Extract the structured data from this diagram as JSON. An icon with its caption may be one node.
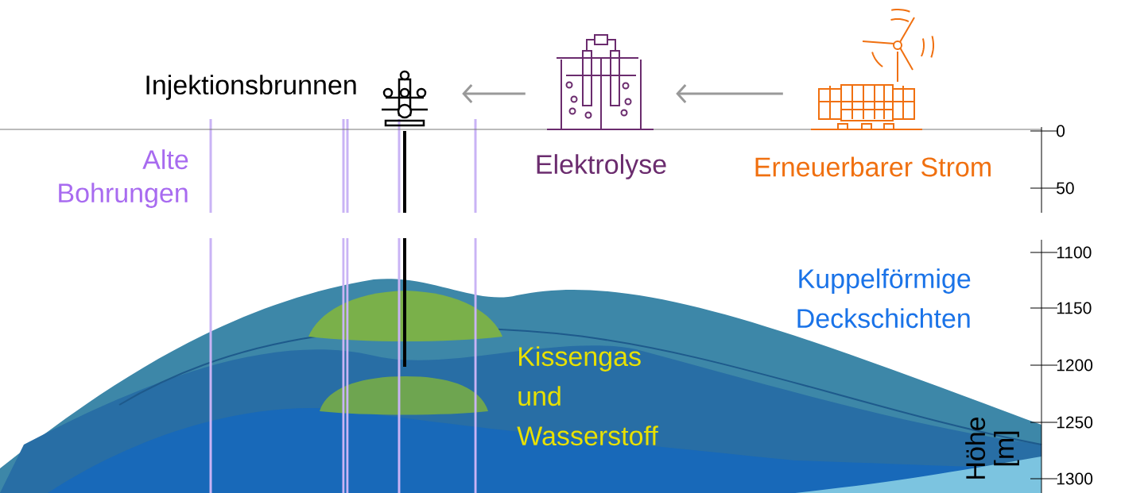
{
  "diagram": {
    "nodes": [
      {
        "text": [],
        "shape": "picture",
        "beside": [
          "Injektionsbrunnen"
        ]
      },
      {
        "text": [],
        "shape": "picture",
        "beside": [
          "Elektrolyse"
        ]
      },
      {
        "text": [],
        "shape": "picture",
        "beside": [
          "Erneuerbarer Strom"
        ]
      }
    ],
    "edges": [
      {
        "from": 2,
        "to": 1,
        "arrow": "to"
      },
      {
        "from": 1,
        "to": 0,
        "arrow": "to"
      }
    ],
    "labels": [
      "Alte Bohrungen",
      "Kuppelförmige Deckschichten",
      "Kissengas und Wasserstoff",
      "0",
      "50",
      "1100",
      "1150",
      "1200",
      "1250",
      "1300",
      "Höhe [m]"
    ]
  }
}
